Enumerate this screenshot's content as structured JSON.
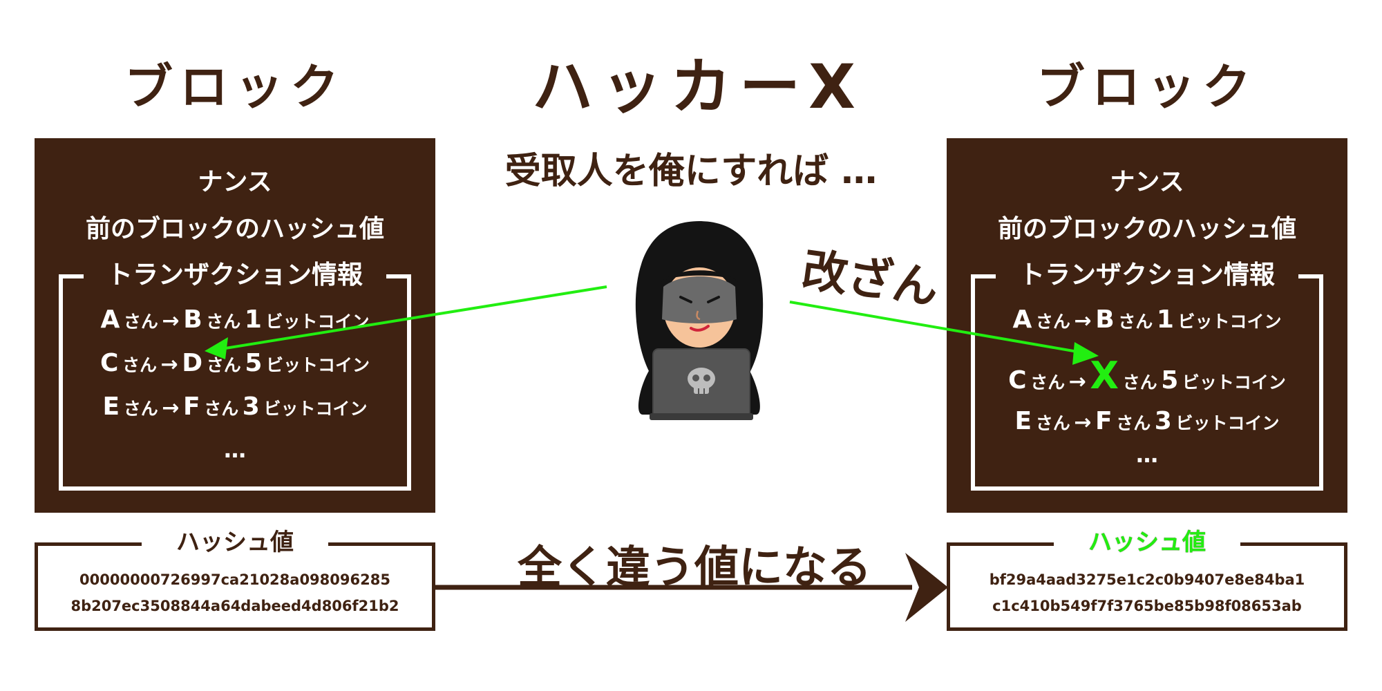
{
  "left_block": {
    "title": "ブロック",
    "nonce": "ナンス",
    "prev_hash_label": "前のブロックのハッシュ値",
    "tx_title": "トランザクション情報",
    "transactions": [
      {
        "from": "A",
        "to": "B",
        "amount": "1",
        "san": "さん",
        "arrow": "→",
        "unit": "ビットコイン"
      },
      {
        "from": "C",
        "to": "D",
        "amount": "5",
        "san": "さん",
        "arrow": "→",
        "unit": "ビットコイン"
      },
      {
        "from": "E",
        "to": "F",
        "amount": "3",
        "san": "さん",
        "arrow": "→",
        "unit": "ビットコイン"
      }
    ],
    "ellipsis": "…",
    "hash_title": "ハッシュ値",
    "hash_lines": [
      "00000000726997ca21028a098096285",
      "8b207ec3508844a64dabeed4d806f21b2"
    ]
  },
  "right_block": {
    "title": "ブロック",
    "nonce": "ナンス",
    "prev_hash_label": "前のブロックのハッシュ値",
    "tx_title": "トランザクション情報",
    "transactions": [
      {
        "from": "A",
        "to": "B",
        "amount": "1",
        "san": "さん",
        "arrow": "→",
        "unit": "ビットコイン"
      },
      {
        "from": "C",
        "to": "X",
        "amount": "5",
        "san": "さん",
        "arrow": "→",
        "unit": "ビットコイン"
      },
      {
        "from": "E",
        "to": "F",
        "amount": "3",
        "san": "さん",
        "arrow": "→",
        "unit": "ビットコイン"
      }
    ],
    "ellipsis": "…",
    "hash_title": "ハッシュ値",
    "hash_lines": [
      "bf29a4aad3275e1c2c0b9407e8e84ba1",
      "c1c410b549f7f3765be85b98f08653ab"
    ]
  },
  "hacker": {
    "title": "ハッカーX",
    "thought": "受取人を俺にすれば …",
    "tamper_label": "改ざん"
  },
  "hash_arrow_label": "全く違う値になる",
  "colors": {
    "brown": "#3f2212",
    "green": "#22ee11",
    "white": "#ffffff"
  }
}
